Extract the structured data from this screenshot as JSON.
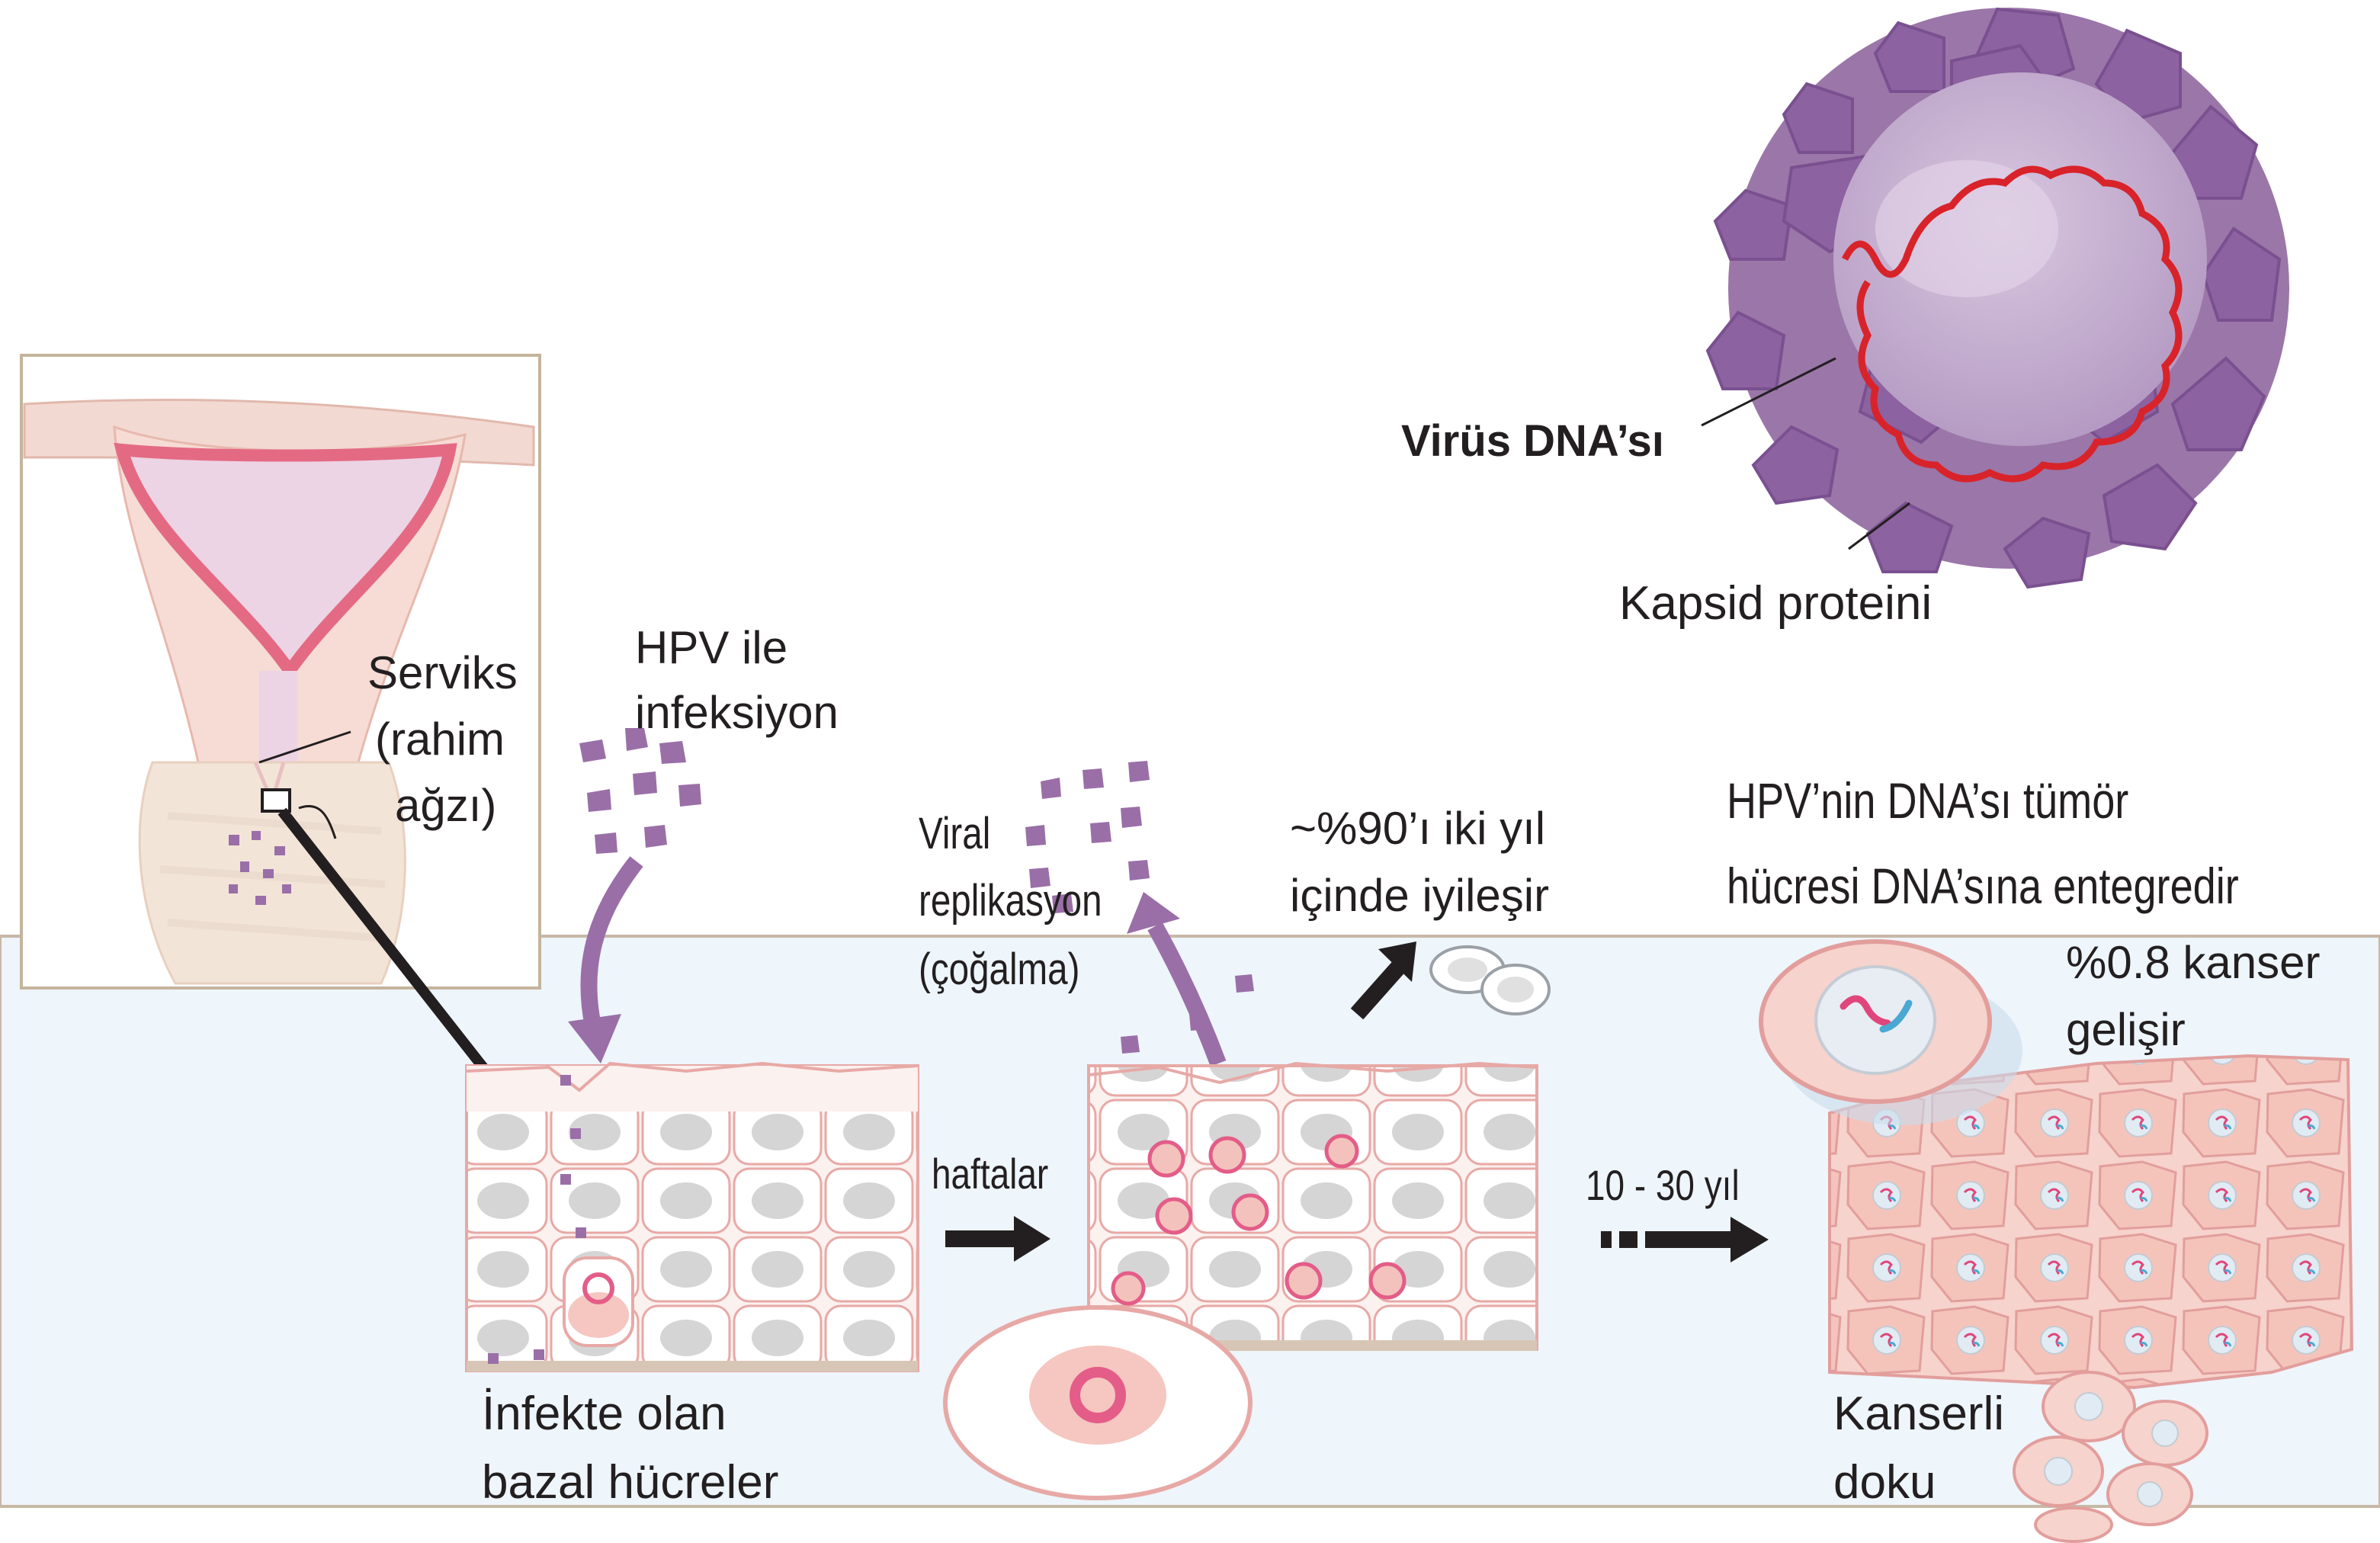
{
  "labels": {
    "virus_dna": "Virüs DNA’sı",
    "capsid": "Kapsid proteini",
    "cervix_line1": "Serviks",
    "cervix_line2": "(rahim",
    "cervix_line3": "ağzı)",
    "infection_line1": "HPV ile",
    "infection_line2": "infeksiyon",
    "replication_line1": "Viral",
    "replication_line2": "replikasyon",
    "replication_line3": "(çoğalma)",
    "healing_line1": "~%90’ı iki yıl",
    "healing_line2": "içinde iyileşir",
    "integration_line1": "HPV’nin DNA’sı tümör",
    "integration_line2": "hücresi DNA’sına entegredir",
    "cancer_dev_line1": "%0.8 kanser",
    "cancer_dev_line2": "gelişir",
    "weeks": "haftalar",
    "years": "10 - 30 yıl",
    "basal_line1": "İnfekte olan",
    "basal_line2": "bazal hücreler",
    "cancer_tissue_line1": "Kanserli",
    "cancer_tissue_line2": "doku"
  },
  "colors": {
    "virus_purple": "#9b76a8",
    "particle_purple": "#9a6fa8",
    "dna_red": "#d8232a",
    "tissue_pink": "#f4c9c2",
    "nucleus_pink": "#e35d88",
    "panel_blue": "#eef5fb",
    "arrow_black": "#231f20"
  }
}
